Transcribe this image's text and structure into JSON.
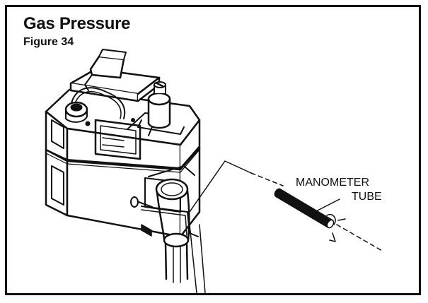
{
  "header": {
    "title": "Gas Pressure",
    "figure_label": "Figure 34"
  },
  "callout": {
    "line1": "MANOMETER",
    "line2": "TUBE"
  },
  "colors": {
    "ink": "#111111",
    "paper": "#ffffff"
  },
  "icons": [
    "gas-valve-icon",
    "manometer-tube-icon",
    "gas-pipe-elbow-icon"
  ]
}
